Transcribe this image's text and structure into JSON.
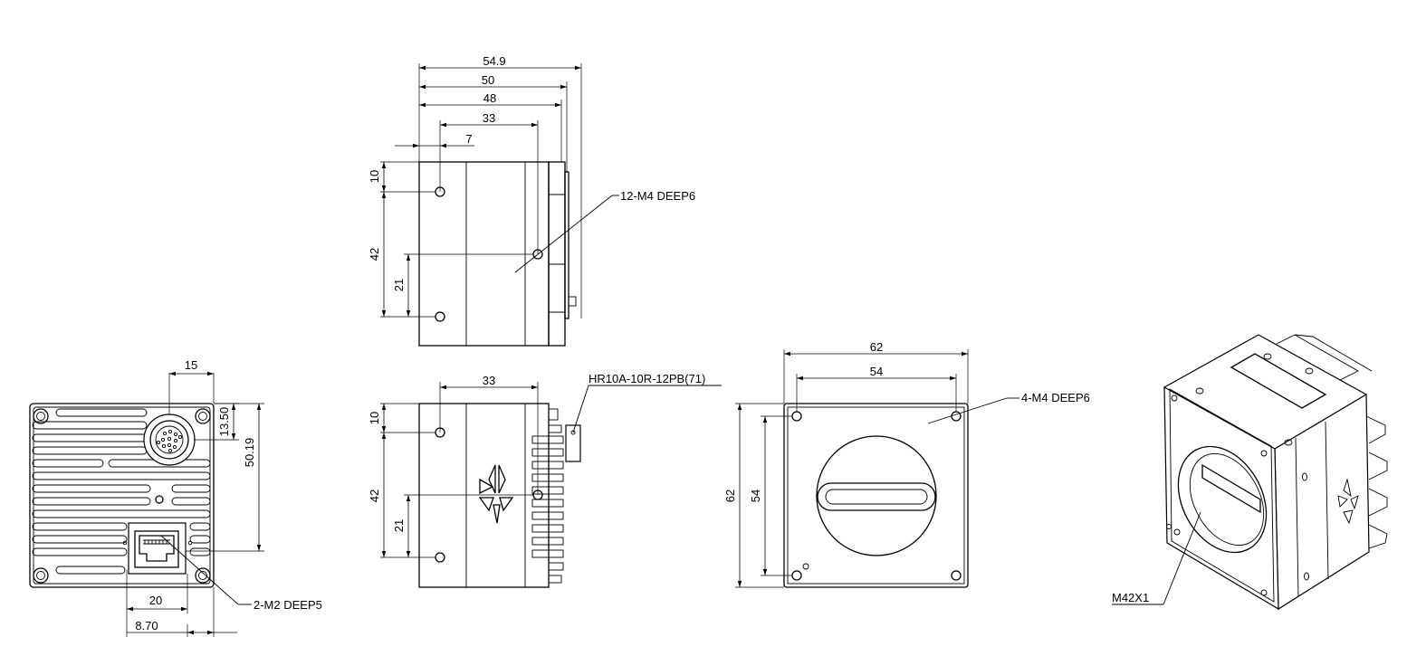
{
  "rear_view": {
    "dim_connector_offset": "15",
    "dim_connector_height": "13.50",
    "dim_ethernet_height": "50.19",
    "dim_ethernet_offset": "20",
    "dim_ethernet_left": "8.70",
    "callout_holes": "2-M2 DEEP5"
  },
  "top_view": {
    "dim_total_length": "54.9",
    "dim_length_50": "50",
    "dim_length_48": "48",
    "dim_hole_spacing": "33",
    "dim_hole_offset": "7",
    "dim_top_offset": "10",
    "dim_hole_vertical": "42",
    "dim_center_hole": "21",
    "callout_holes": "12-M4 DEEP6"
  },
  "side_view": {
    "dim_hole_spacing": "33",
    "dim_top_offset": "10",
    "dim_hole_vertical": "42",
    "dim_center_hole": "21",
    "callout_connector": "HR10A-10R-12PB(71)"
  },
  "front_view": {
    "dim_width_outer": "62",
    "dim_width_holes": "54",
    "dim_height_outer": "62",
    "dim_height_holes": "54",
    "callout_holes": "4-M4 DEEP6"
  },
  "iso_view": {
    "callout_mount": "M42X1"
  }
}
